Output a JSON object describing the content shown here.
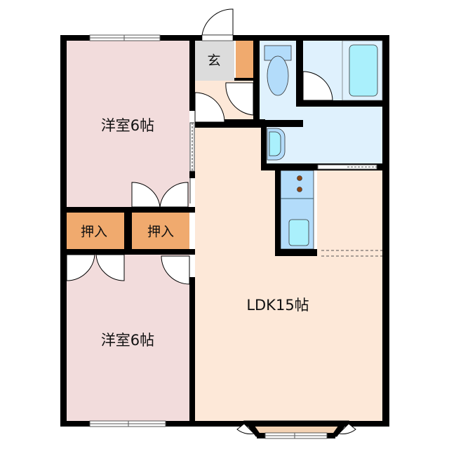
{
  "floorplan": {
    "colors": {
      "wall": "#000000",
      "western_room": "#f2dcdc",
      "ldk": "#fde8d8",
      "closet": "#f0aa6e",
      "entrance": "#dcdcdc",
      "wet_area": "#dff1fd",
      "fixture": "#b3dcfa",
      "tub": "#aaf0fc",
      "bay_window": "#f3d2b4",
      "stove_burner": "#8b4513"
    },
    "rooms": {
      "western_room_1": {
        "label": "洋室6帖"
      },
      "western_room_2": {
        "label": "洋室6帖"
      },
      "closet_1": {
        "label": "押入"
      },
      "closet_2": {
        "label": "押入"
      },
      "entrance": {
        "label": "玄"
      },
      "ldk": {
        "label": "LDK15帖"
      }
    }
  }
}
